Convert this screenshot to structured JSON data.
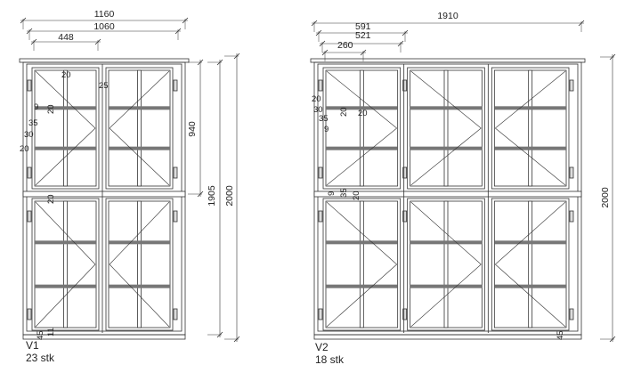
{
  "windows": [
    {
      "name": "V1",
      "count": "23 stk",
      "dims": {
        "overall_width": "1160",
        "frame_width": "1060",
        "sash_width": "448",
        "sash_height": "940",
        "frame_height": "1905",
        "overall_height": "2000"
      },
      "details": [
        "20",
        "25",
        "9",
        "20",
        "35",
        "30",
        "20",
        "20",
        "45",
        "11"
      ]
    },
    {
      "name": "V2",
      "count": "18 stk",
      "dims": {
        "overall_width": "1910",
        "width_591": "591",
        "width_521": "521",
        "width_260": "260",
        "overall_height": "2000"
      },
      "details": [
        "20",
        "30",
        "35",
        "9",
        "20",
        "20",
        "9",
        "35",
        "20",
        "45"
      ]
    }
  ]
}
